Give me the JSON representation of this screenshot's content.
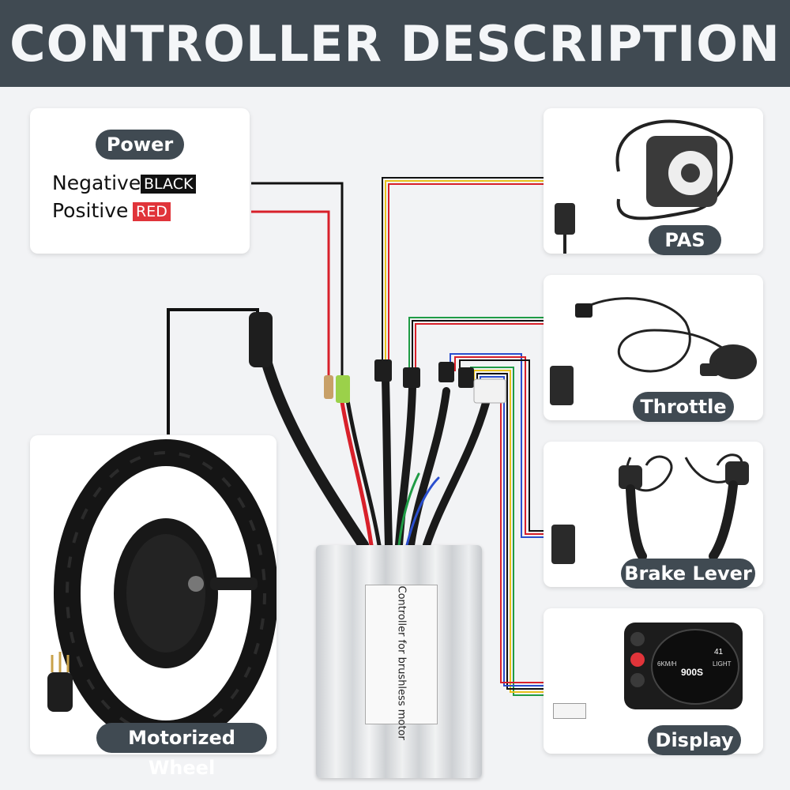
{
  "header": {
    "title": "CONTROLLER DESCRIPTION"
  },
  "power": {
    "title": "Power",
    "negative_label": "Negative",
    "negative_color": "BLACK",
    "positive_label": "Positive",
    "positive_color": "RED"
  },
  "components": {
    "pas": "PAS",
    "throttle": "Throttle",
    "brake": "Brake Lever",
    "display": "Display",
    "wheel": "Motorized Wheel"
  },
  "controller": {
    "label": "Controller for brushless motor"
  },
  "display_readout": {
    "speed": "900S",
    "unit": "6KM/H",
    "light": "LIGHT",
    "big": "41"
  },
  "colors": {
    "header_bg": "#404a52",
    "black_tag": "#111111",
    "red_tag": "#e0343a",
    "wire_red": "#d8202a",
    "wire_yellow": "#e8c21c",
    "wire_green": "#1f9b45",
    "wire_blue": "#2a4fcf"
  }
}
